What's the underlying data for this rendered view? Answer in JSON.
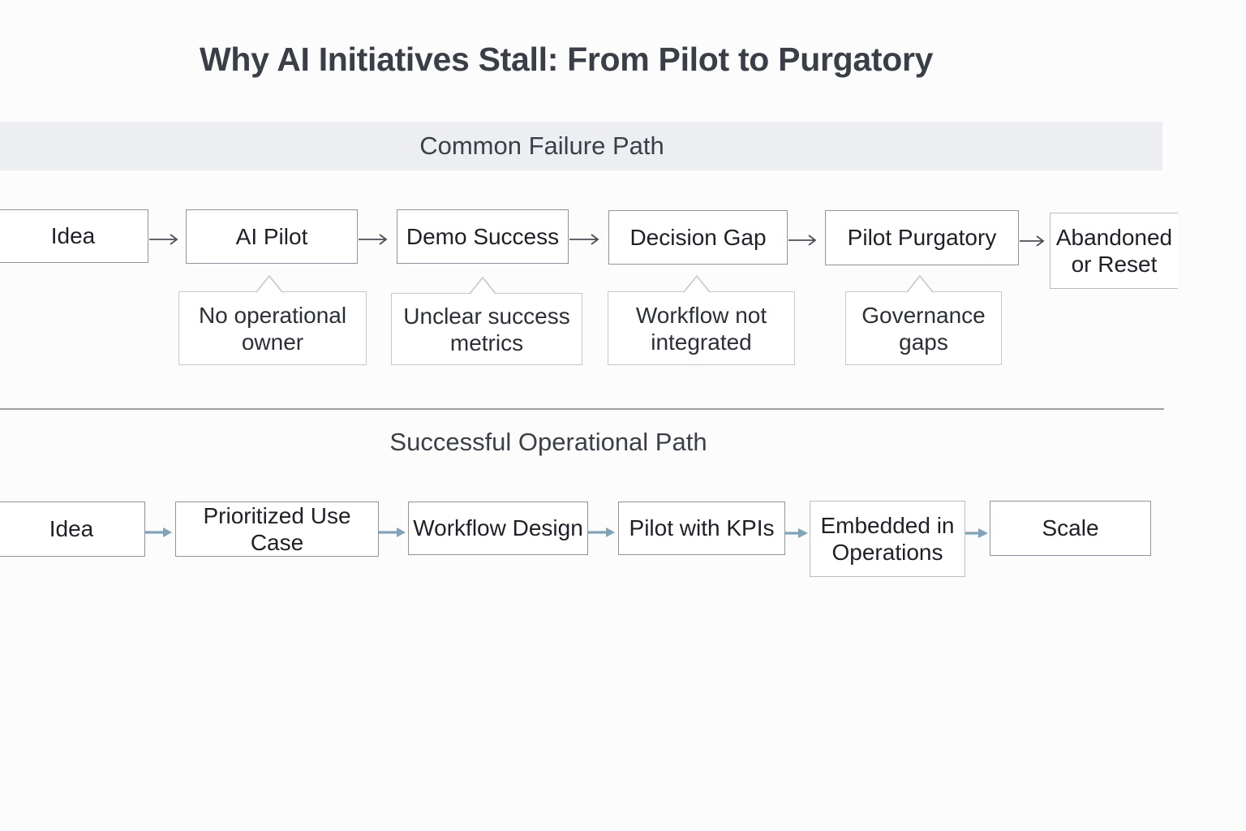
{
  "title": "Why AI Initiatives Stall: From Pilot to Purgatory",
  "failure_path": {
    "heading": "Common Failure Path",
    "steps": [
      "Idea",
      "AI Pilot",
      "Demo Success",
      "Decision Gap",
      "Pilot Purgatory",
      "Abandoned or Reset"
    ],
    "causes": [
      {
        "line1": "No operational",
        "line2": "owner"
      },
      {
        "line1": "Unclear success",
        "line2": "metrics"
      },
      {
        "line1": "Workflow not",
        "line2": "integrated"
      },
      {
        "line1": "Governance",
        "line2": "gaps"
      }
    ],
    "abandoned_lines": {
      "line1": "Abandoned",
      "line2": "or Reset"
    }
  },
  "success_path": {
    "heading": "Successful Operational Path",
    "steps": [
      "Idea",
      "Prioritized Use Case",
      "Workflow Design",
      "Pilot with KPIs",
      "Embedded in Operations",
      "Scale"
    ],
    "embedded_lines": {
      "line1": "Embedded in",
      "line2": "Operations"
    }
  },
  "colors": {
    "failure_arrow": "#4a4f56",
    "success_arrow": "#7fa3b8",
    "box_border": "#8e949b",
    "band": "#eceef1"
  }
}
